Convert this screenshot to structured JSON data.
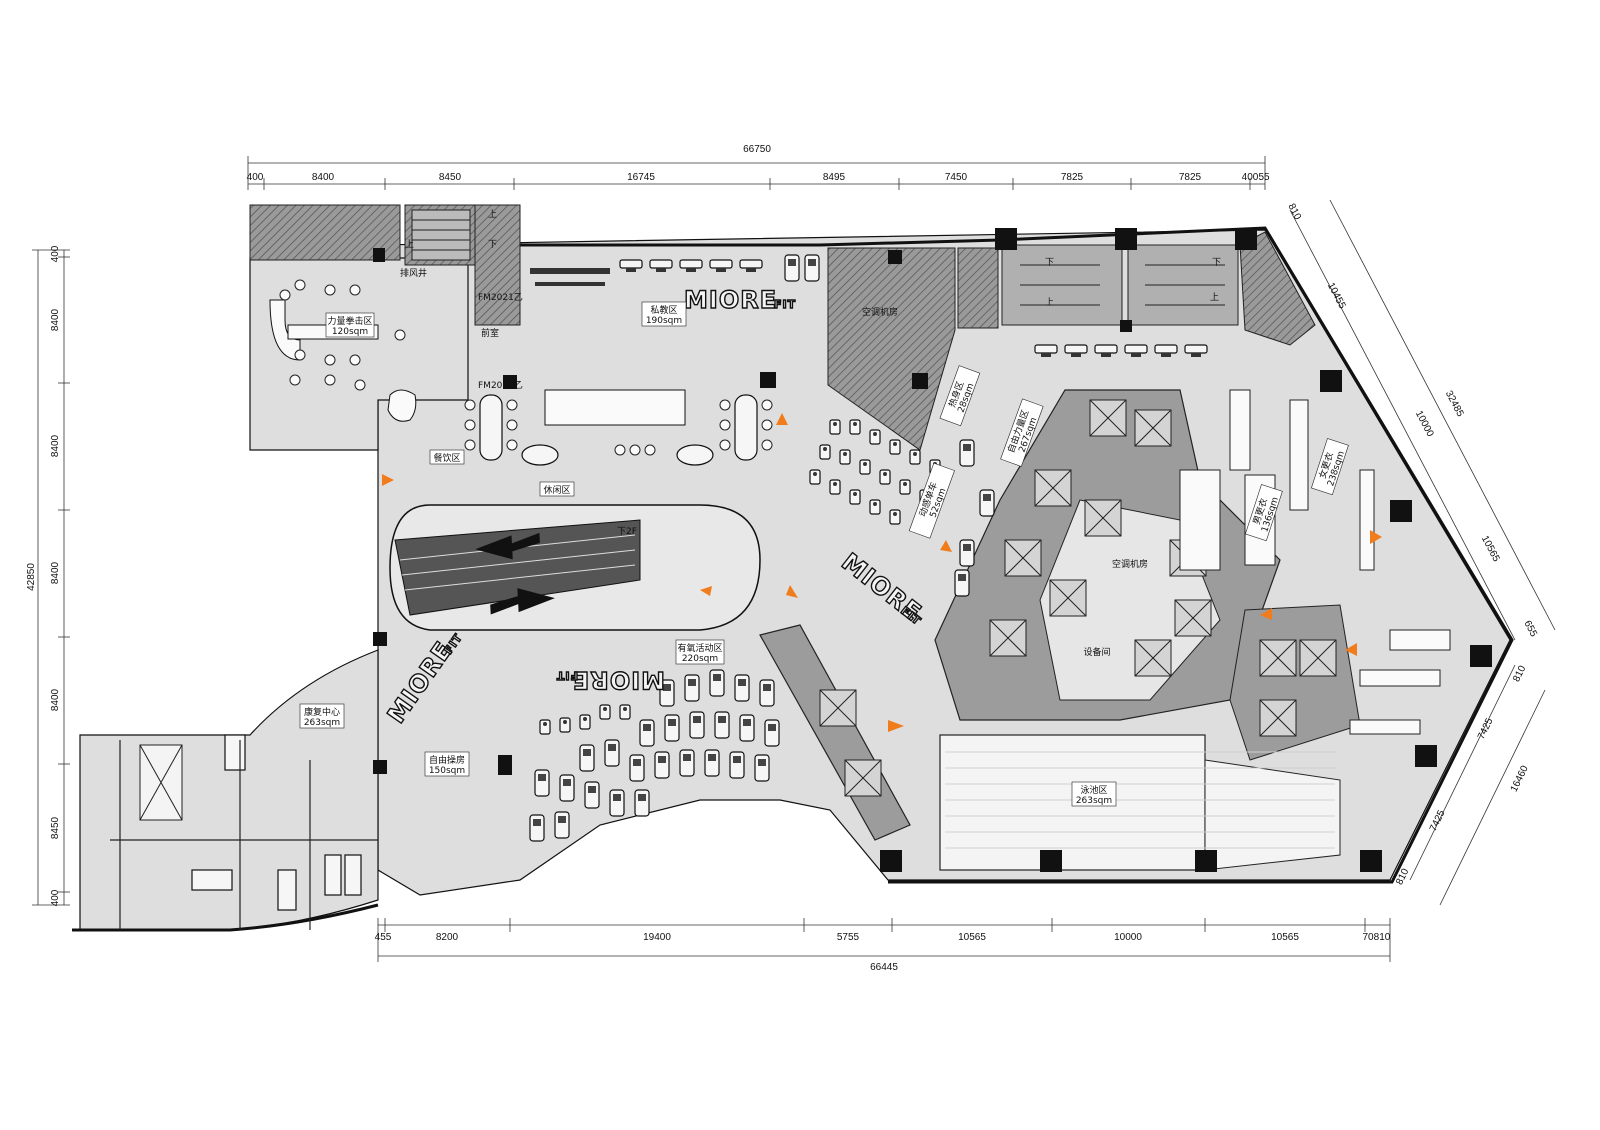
{
  "dimensions": {
    "top_total": "66750",
    "top_segments": [
      "400",
      "8400",
      "8450",
      "16745",
      "8495",
      "7450",
      "7825",
      "7825",
      "400",
      "55"
    ],
    "bottom_total": "66445",
    "bottom_segments": [
      "455",
      "8200",
      "19400",
      "5755",
      "10565",
      "10000",
      "10565",
      "70",
      "810"
    ],
    "left_total": "42850",
    "left_segments": [
      "400",
      "8400",
      "8400",
      "8400",
      "8400",
      "8450",
      "400"
    ],
    "right_upper_total": "32485",
    "right_upper_segments": [
      "810",
      "10455",
      "10000",
      "10565",
      "655"
    ],
    "right_lower_total": "16460",
    "right_lower_segments": [
      "810",
      "7425",
      "7425",
      "810"
    ]
  },
  "zones": {
    "strength_pit": {
      "name": "力量拳击区",
      "area": "120sqm"
    },
    "private_training": {
      "name": "私教区",
      "area": "190sqm"
    },
    "hvac_room_north": {
      "name": "空调机房"
    },
    "hvac_room_center": {
      "name": "空调机房"
    },
    "dining": {
      "name": "餐饮区"
    },
    "lounge": {
      "name": "休闲区"
    },
    "warmup": {
      "name": "热身区",
      "area": "28sqm"
    },
    "free_weights": {
      "name": "自由力量区",
      "area": "267sqm"
    },
    "spinning": {
      "name": "动感单车",
      "area": "52sqm"
    },
    "mens_locker": {
      "name": "男更衣",
      "area": "136sqm"
    },
    "womens_locker": {
      "name": "女更衣",
      "area": "238sqm"
    },
    "cardio": {
      "name": "有氧活动区",
      "area": "220sqm"
    },
    "free_studio": {
      "name": "自由操房",
      "area": "150sqm"
    },
    "rehab_center": {
      "name": "康复中心",
      "area": "263sqm"
    },
    "pool": {
      "name": "泳池区",
      "area": "263sqm"
    },
    "equipment_room": {
      "name": "设备间"
    },
    "office": {
      "name": "前室"
    },
    "down_escalator": {
      "name": "下2F"
    }
  },
  "brand": {
    "main": "MIORE",
    "suffix": "FIT"
  },
  "small_labels": {
    "stairs_up": "上",
    "stairs_down": "下",
    "exhaust": "排风井",
    "fire_door_a": "FM2021乙",
    "fire_door_b": "FM2021乙"
  },
  "colors": {
    "floor": "#dedede",
    "wall": "#111111",
    "arrow": "#f07c1b",
    "hatch": "#8a8a8a"
  }
}
